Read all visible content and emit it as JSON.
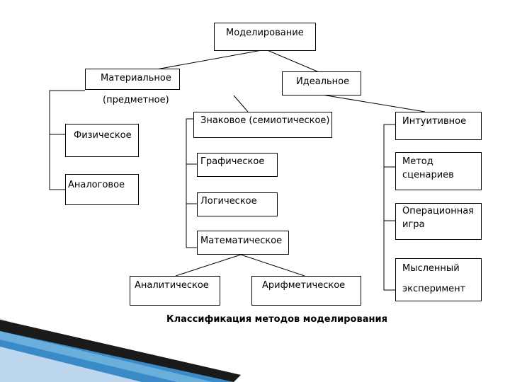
{
  "diagram": {
    "root": "Моделирование",
    "material_line1": "Материальное",
    "material_line2": "(предметное)",
    "ideal": "Идеальное",
    "physical": "Физическое",
    "analog": "Аналоговое",
    "sign": "Знаковое (семиотическое)",
    "graphic": "Графическое",
    "logical": "Логическое",
    "mathematical": "Математическое",
    "analytical": "Аналитическое",
    "arithmetic": "Арифметическое",
    "intuitive": "Интуитивное",
    "scenario_line1": "Метод",
    "scenario_line2": "сценариев",
    "game_line1": "Операционная",
    "game_line2": "игра",
    "thought_line1": "Мысленный",
    "thought_line2": "эксперимент"
  },
  "caption": "Классификация методов моделирования",
  "colors": {
    "line": "#000000",
    "ribbon_dark": "#1a1a1a",
    "ribbon_blue": "#3a8ac8",
    "ribbon_light": "#bcd6ee"
  }
}
